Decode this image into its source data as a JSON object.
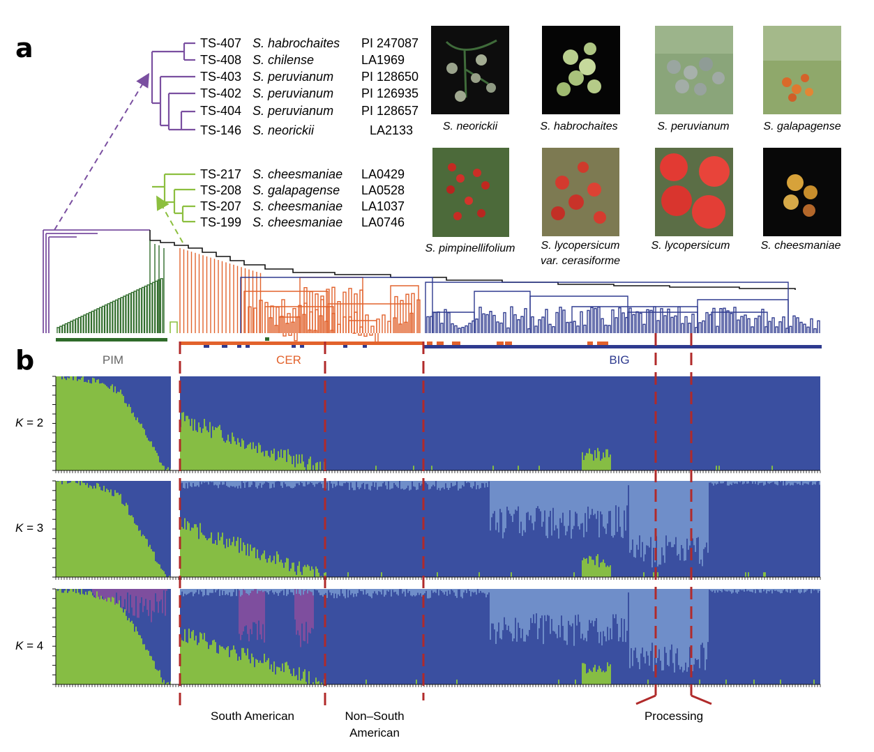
{
  "panels": {
    "a": "a",
    "b": "b"
  },
  "colors": {
    "pim_green": "#2f6b2a",
    "cer_orange": "#e2622c",
    "big_blue": "#2e3a8f",
    "wild_purple": "#7a4fa0",
    "cheesmaniae_green": "#8cbf3f",
    "struct_blue": "#3a4fa0",
    "struct_green": "#86bd44",
    "struct_lightblue": "#6f8ec9",
    "struct_purple": "#7e4e9e",
    "divider_red": "#b02a2a"
  },
  "purple_clade": [
    {
      "id": "TS-407",
      "species": "S. habrochaites",
      "accession": "PI 247087"
    },
    {
      "id": "TS-408",
      "species": "S. chilense",
      "accession": "LA1969"
    },
    {
      "id": "TS-403",
      "species": "S. peruvianum",
      "accession": "PI 128650"
    },
    {
      "id": "TS-402",
      "species": "S. peruvianum",
      "accession": "PI 126935"
    },
    {
      "id": "TS-404",
      "species": "S. peruvianum",
      "accession": "PI 128657"
    },
    {
      "id": "TS-146",
      "species": "S. neorickii",
      "accession": "LA2133"
    }
  ],
  "green_clade": [
    {
      "id": "TS-217",
      "species": "S. cheesmaniae",
      "accession": "LA0429"
    },
    {
      "id": "TS-208",
      "species": "S. galapagense",
      "accession": "LA0528"
    },
    {
      "id": "TS-207",
      "species": "S. cheesmaniae",
      "accession": "LA1037"
    },
    {
      "id": "TS-199",
      "species": "S. cheesmaniae",
      "accession": "LA0746"
    }
  ],
  "photos_row1": [
    "S. neorickii",
    "S. habrochaites",
    "S. peruvianum",
    "S. galapagense"
  ],
  "photos_row2": [
    {
      "line1": "S. pimpinellifolium",
      "line2": ""
    },
    {
      "line1": "S. lycopersicum",
      "line2": "var. cerasiforme"
    },
    {
      "line1": "S. lycopersicum",
      "line2": ""
    },
    {
      "line1": "S. cheesmaniae",
      "line2": ""
    }
  ],
  "groups": {
    "pim": "PIM",
    "cer": "CER",
    "big": "BIG"
  },
  "k_labels": [
    {
      "k": "K",
      "value": " = 2"
    },
    {
      "k": "K",
      "value": " = 3"
    },
    {
      "k": "K",
      "value": " = 4"
    }
  ],
  "regions": {
    "south_american": "South American",
    "non_south_line1": "Non–South",
    "non_south_line2": "American",
    "processing": "Processing"
  }
}
